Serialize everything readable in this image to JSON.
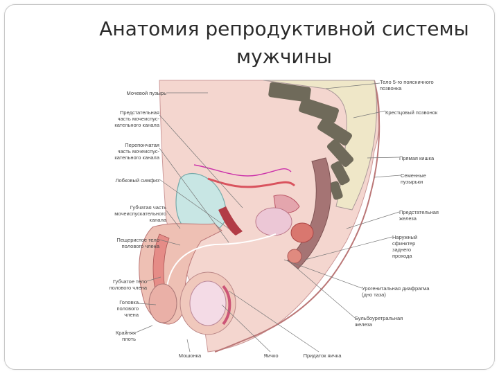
{
  "title": {
    "line1": "Анатомия репродуктивной системы",
    "line2": "мужчины"
  },
  "labels_left": {
    "bladder": "Мочевой пузырь",
    "prostatic_urethra": "Предстательная\nчасть мочеиспус-\nкательного канала",
    "membranous_urethra": "Перепончатая\nчасть мочеиспус-\nкательного канала",
    "pubic_symphysis": "Лобковый симфиз",
    "spongy_urethra": "Губчатая часть\nмочеиспускательного\nканала",
    "corpus_cavernosum": "Пещеристое тело\nполового члена",
    "corpus_spongiosum": "Губчатое тело\nполового члена",
    "glans": "Головка\nполового\nчлена",
    "foreskin": "Крайняя\nплоть"
  },
  "labels_right": {
    "vertebra": "Тело 5-го поясничного\nпозвонка",
    "sacrum": "Крестцовый позвонок",
    "rectum": "Прямая кишка",
    "seminal_vesicle": "Семенные\nпузырьки",
    "prostate": "Предстательная\nжелеза",
    "ejaculatory_duct": "Наружный\nсфинктер\nзаднего\nпрохода",
    "urogenital_diaphragm": "Урогенитальная диафрагма\n(дно таза)",
    "bulbourethral_gland": "Бульбоуретральная\nжелеза"
  },
  "labels_bottom": {
    "scrotum": "Мошонка",
    "testis": "Яичко",
    "epididymis": "Придаток яичка"
  },
  "colors": {
    "pink": "#f2b9b0",
    "flesh": "#e79f95",
    "dark_red": "#c4344a",
    "rectum": "#a27070",
    "bone": "#cfc9a8",
    "teal": "#bfe3e3",
    "gray_bg": "#e9e5e0"
  }
}
